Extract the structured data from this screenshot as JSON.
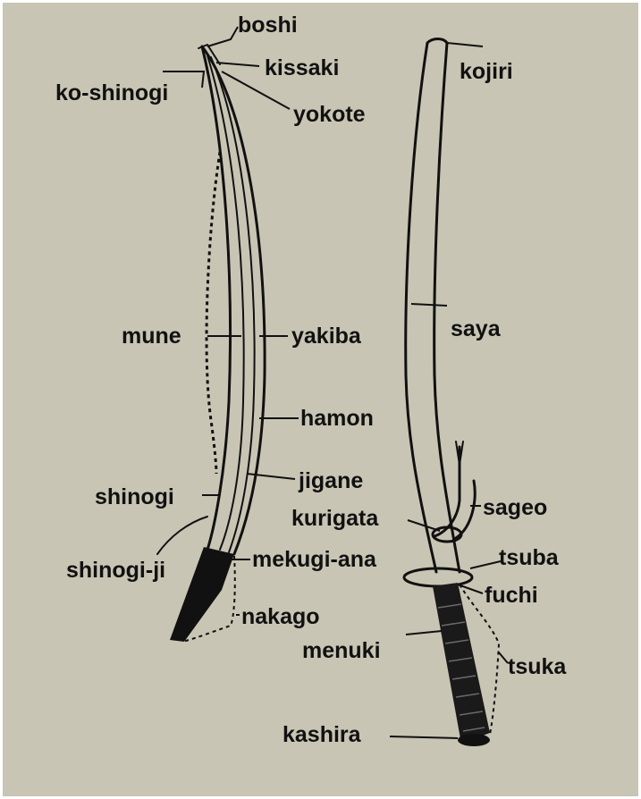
{
  "labels": {
    "boshi": "boshi",
    "kissaki": "kissaki",
    "ko_shinogi": "ko-shinogi",
    "yokote": "yokote",
    "kojiri": "kojiri",
    "mune": "mune",
    "yakiba": "yakiba",
    "saya": "saya",
    "hamon": "hamon",
    "jigane": "jigane",
    "shinogi": "shinogi",
    "kurigata": "kurigata",
    "sageo": "sageo",
    "shinogi_ji": "shinogi-ji",
    "mekugi_ana": "mekugi-ana",
    "tsuba": "tsuba",
    "fuchi": "fuchi",
    "nakago": "nakago",
    "menuki": "menuki",
    "tsuka": "tsuka",
    "kashira": "kashira"
  },
  "colors": {
    "background": "#c8c5b4",
    "ink": "#111111",
    "frame": "#ffffff"
  }
}
